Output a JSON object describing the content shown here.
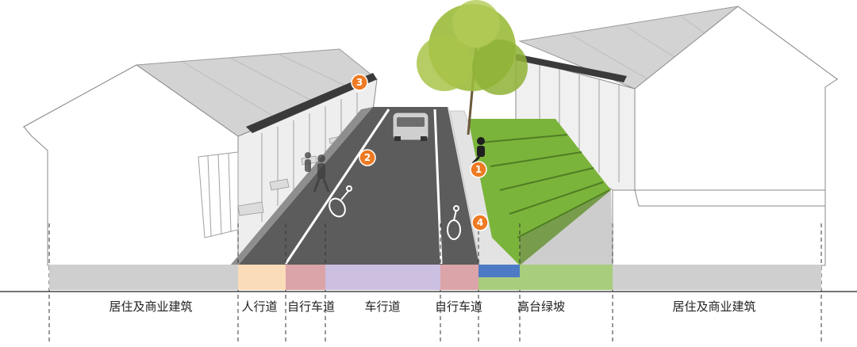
{
  "colors": {
    "building": "#ffffff",
    "building_line": "#8a8a8a",
    "roof": "#c9c9c9",
    "road": "#5c5c5c",
    "tree": "#9bbb3c",
    "grass": "#7bb43a",
    "marker": "#ee7a22"
  },
  "zones": [
    {
      "label": "居住及商业建筑",
      "color": "#cfcfcf"
    },
    {
      "label": "人行道",
      "color": "#fbdcb8"
    },
    {
      "label": "自行车道",
      "color": "#dba4a8"
    },
    {
      "label": "车行道",
      "color": "#cdbfe0"
    },
    {
      "label": "自行车道",
      "color": "#dba4a8"
    },
    {
      "label": "高台绿坡",
      "color": "#a8cd7c"
    },
    {
      "label": "居住及商业建筑",
      "color": "#cfcfcf"
    }
  ],
  "permeable_strip_color": "#3d6bd1",
  "markers": [
    {
      "number": "1"
    },
    {
      "number": "2"
    },
    {
      "number": "3"
    },
    {
      "number": "4"
    }
  ],
  "icons": [
    "bicycle-icon",
    "car-icon",
    "pedestrian-icon",
    "tree-icon",
    "seated-person-icon"
  ]
}
